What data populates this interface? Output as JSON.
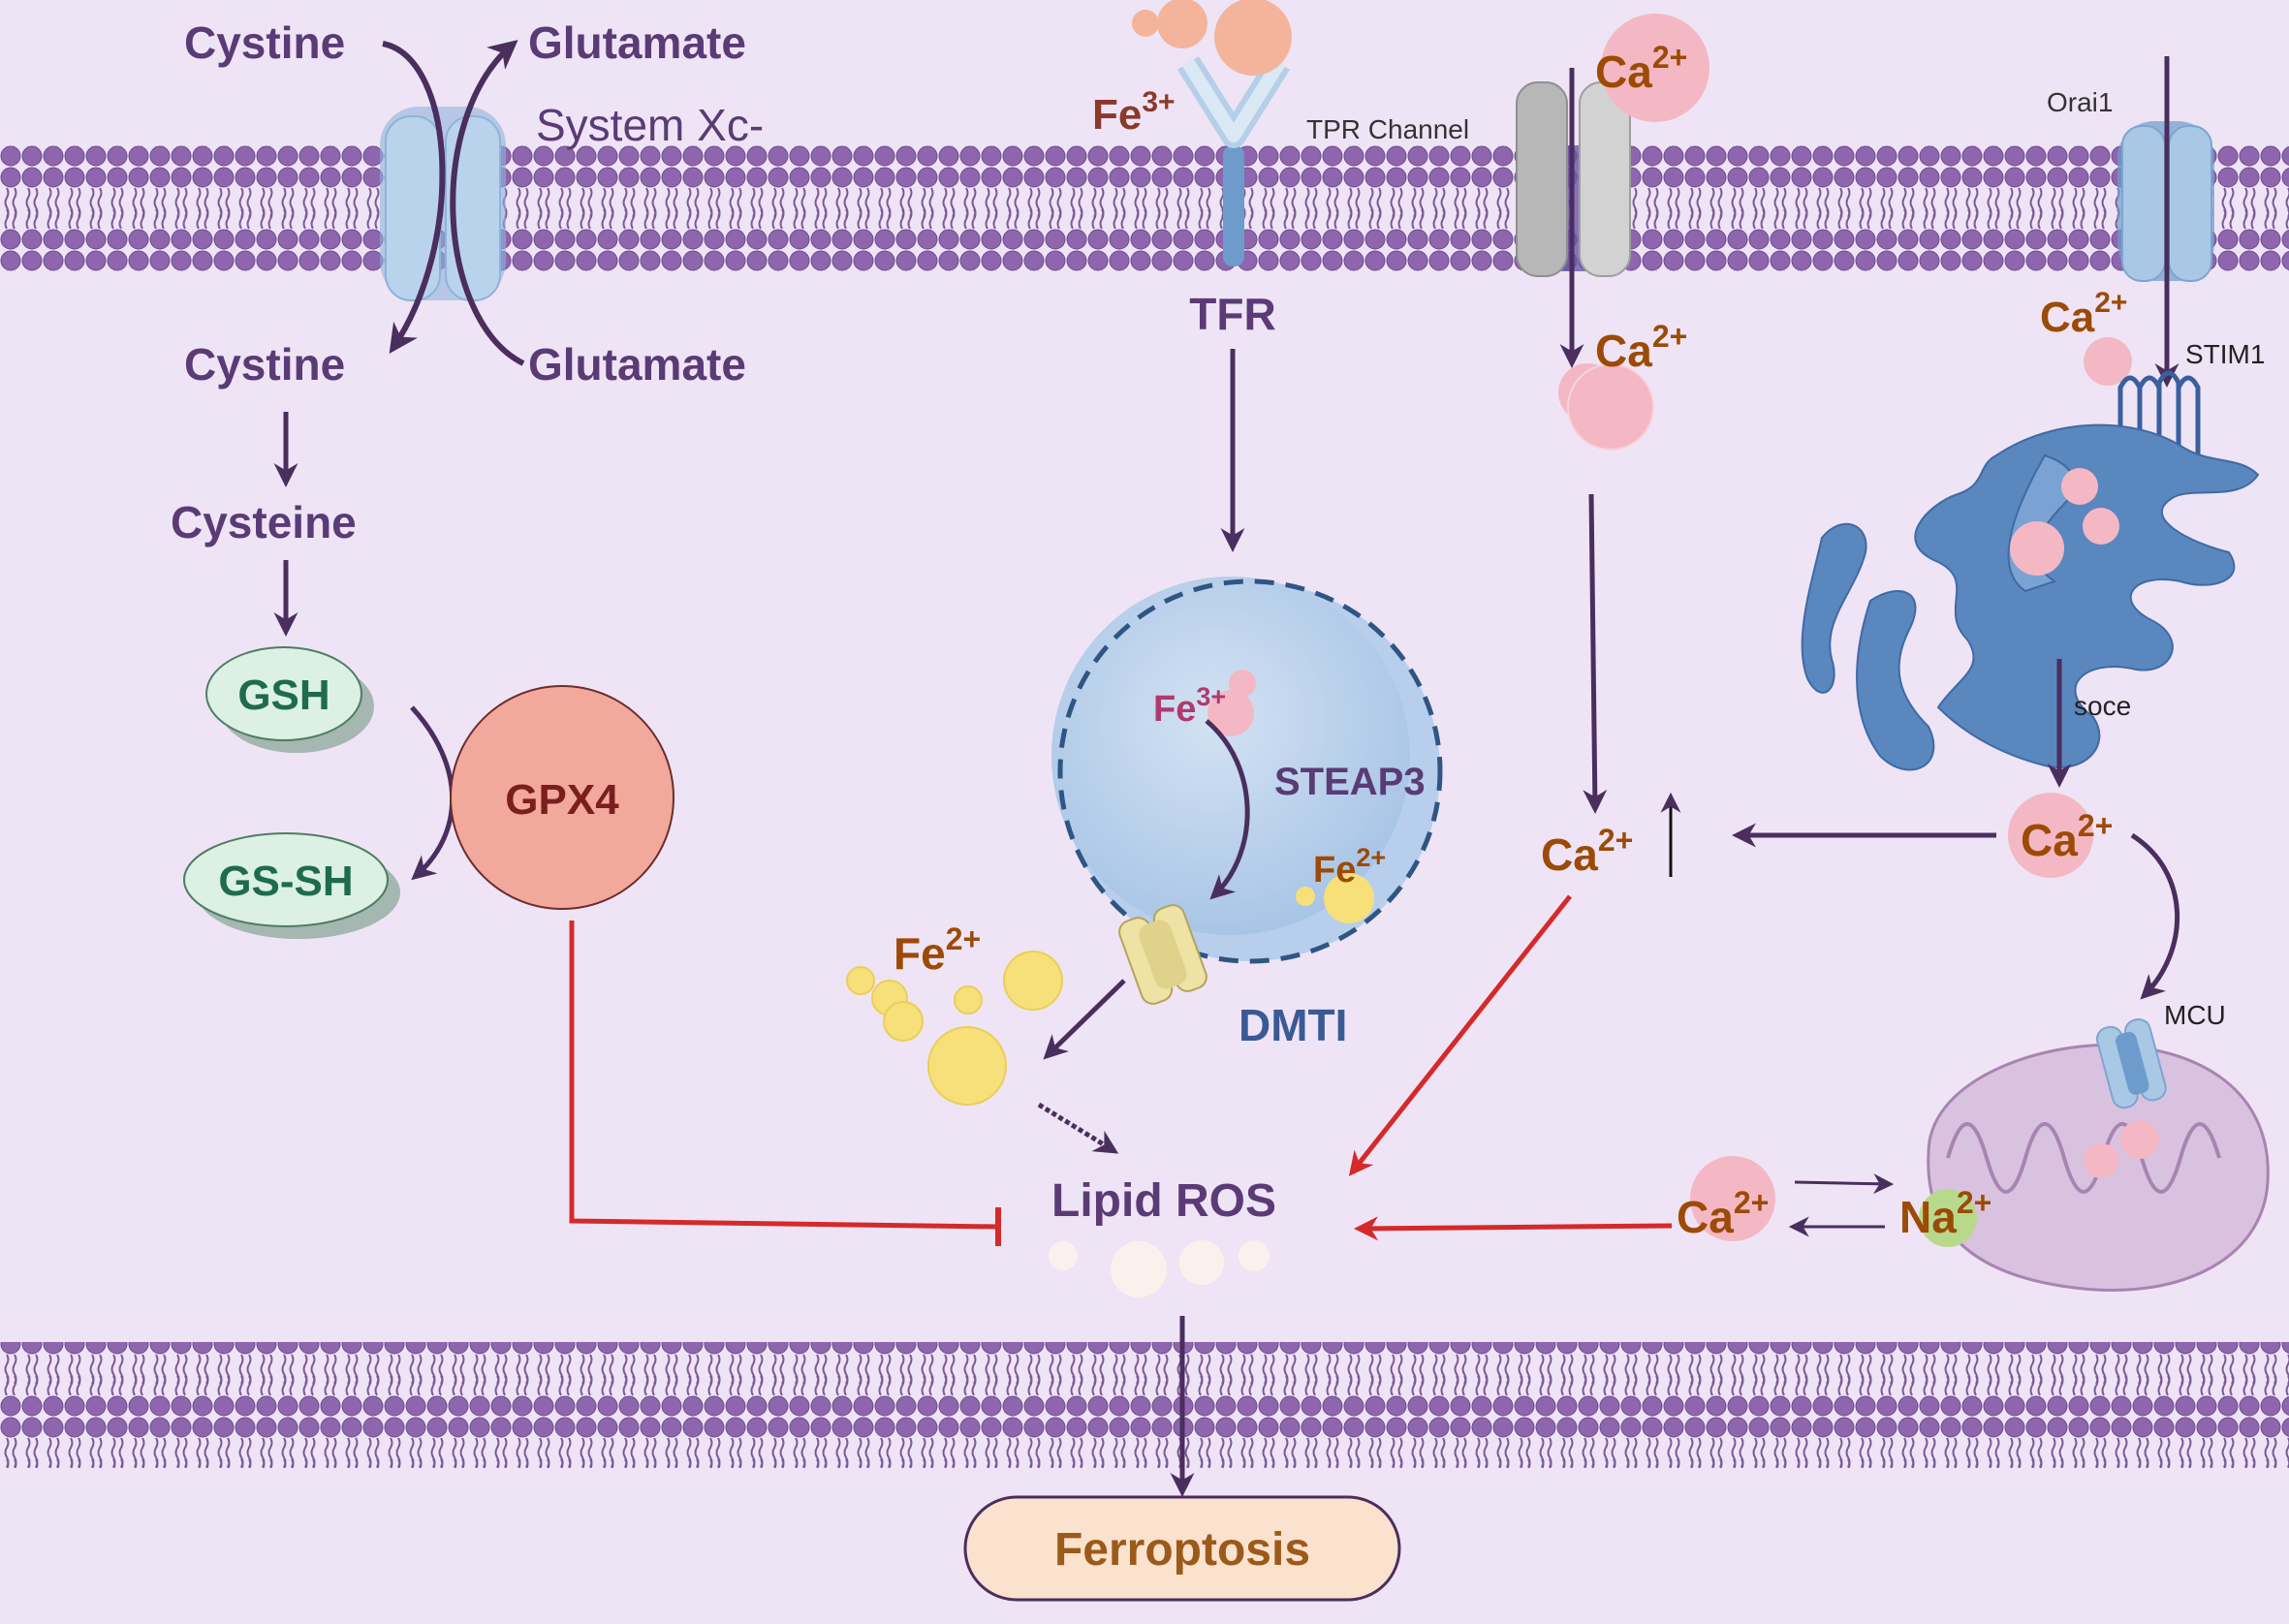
{
  "colors": {
    "background": "#efe4f5",
    "membrane": "#8e66ae",
    "membrane_dark": "#5f3f80",
    "arrow": "#4a2e5e",
    "inhibit": "#d42a2a",
    "label_purple": "#5a3b76",
    "label_orange": "#9c4a06",
    "label_green": "#1f6b50",
    "channel_blue": "#9cc2e3",
    "er_blue": "#5b87bf",
    "ion_pink": "#f4b8c4",
    "iron_yellow": "#f7e07a",
    "gpx4": "#f2a99b"
  },
  "labels": {
    "cystine_out": "Cystine",
    "glutamate_out": "Glutamate",
    "system_xc": "System Xc-",
    "cystine_in": "Cystine",
    "glutamate_in": "Glutamate",
    "cysteine": "Cysteine",
    "gsh": "GSH",
    "gs_sh": "GS-SH",
    "gpx4": "GPX4",
    "fe3_out": "Fe",
    "tfr": "TFR",
    "tpr_channel": "TPR Channel",
    "orai1": "Orai1",
    "stim1": "STIM1",
    "steap3": "STEAP3",
    "fe3_endo": "Fe",
    "fe2_endo": "Fe",
    "fe2_cyto": "Fe",
    "dmti": "DMTI",
    "lipid_ros": "Lipid ROS",
    "ferroptosis": "Ferroptosis",
    "ca_out": "Ca",
    "ca_tpr_in": "Ca",
    "ca_orai_in": "Ca",
    "ca_mid": "Ca",
    "ca_soce": "Ca",
    "soce": "soce",
    "mcu": "MCU",
    "ca_mito": "Ca",
    "na_mito": "Na"
  },
  "charges": {
    "fe3": "3+",
    "fe2": "2+",
    "ca2": "2+",
    "na2": "2+"
  }
}
